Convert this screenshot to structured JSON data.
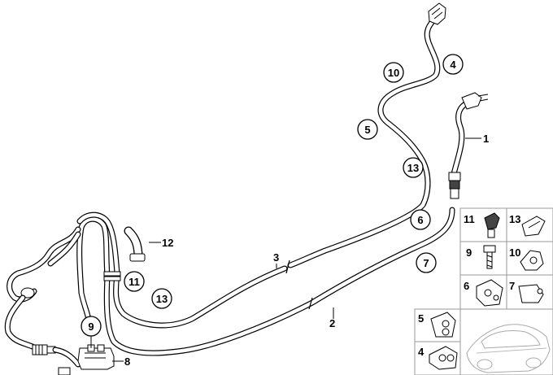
{
  "diagram": {
    "labels": {
      "p1": "1",
      "p2": "2",
      "p3": "3",
      "p4": "4",
      "p5": "5",
      "p6": "6",
      "p7": "7",
      "p8": "8",
      "p9": "9",
      "p10": "10",
      "p11": "11",
      "p12": "12",
      "p13": "13",
      "p13b": "13"
    },
    "grid": {
      "g11": "11",
      "g13": "13",
      "g9": "9",
      "g10": "10",
      "g6": "6",
      "g7": "7",
      "g5": "5",
      "g4": "4"
    }
  }
}
